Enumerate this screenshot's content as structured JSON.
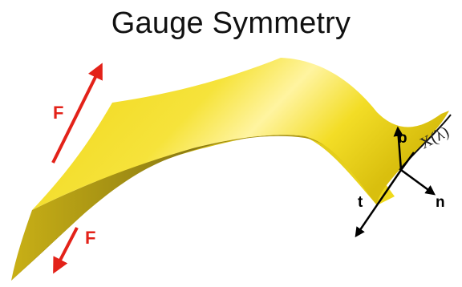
{
  "title": "Gauge Symmetry",
  "labels": {
    "force_upper": "F",
    "force_lower": "F",
    "binormal": "b",
    "tangent": "t",
    "normal": "n",
    "curve": "X(λ)"
  },
  "colors": {
    "surface_fill": "#f2df1a",
    "surface_highlight": "#fff6a8",
    "surface_shadow": "#8c7a10",
    "force_arrow": "#e32219",
    "frame_arrow": "#000000",
    "background": "#ffffff"
  }
}
